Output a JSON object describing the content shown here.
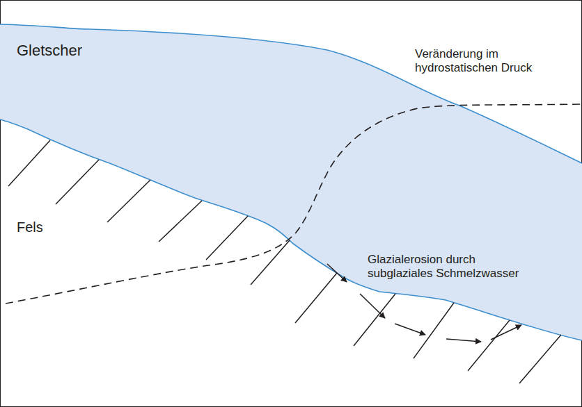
{
  "diagram": {
    "labels": [
      "Gletscher",
      "Fels",
      "Veränderung im hydrostatischen Druck",
      "Glazialerosion durch subglaziales Schmelzwasser"
    ]
  }
}
